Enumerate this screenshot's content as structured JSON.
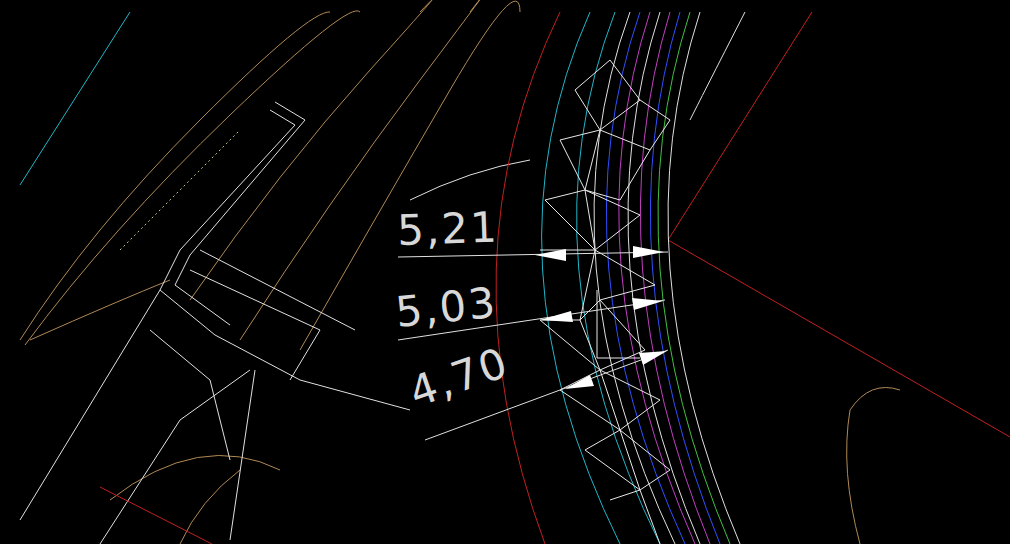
{
  "diagram": {
    "labels": [
      "5,21",
      "5,03",
      "4,70"
    ]
  }
}
